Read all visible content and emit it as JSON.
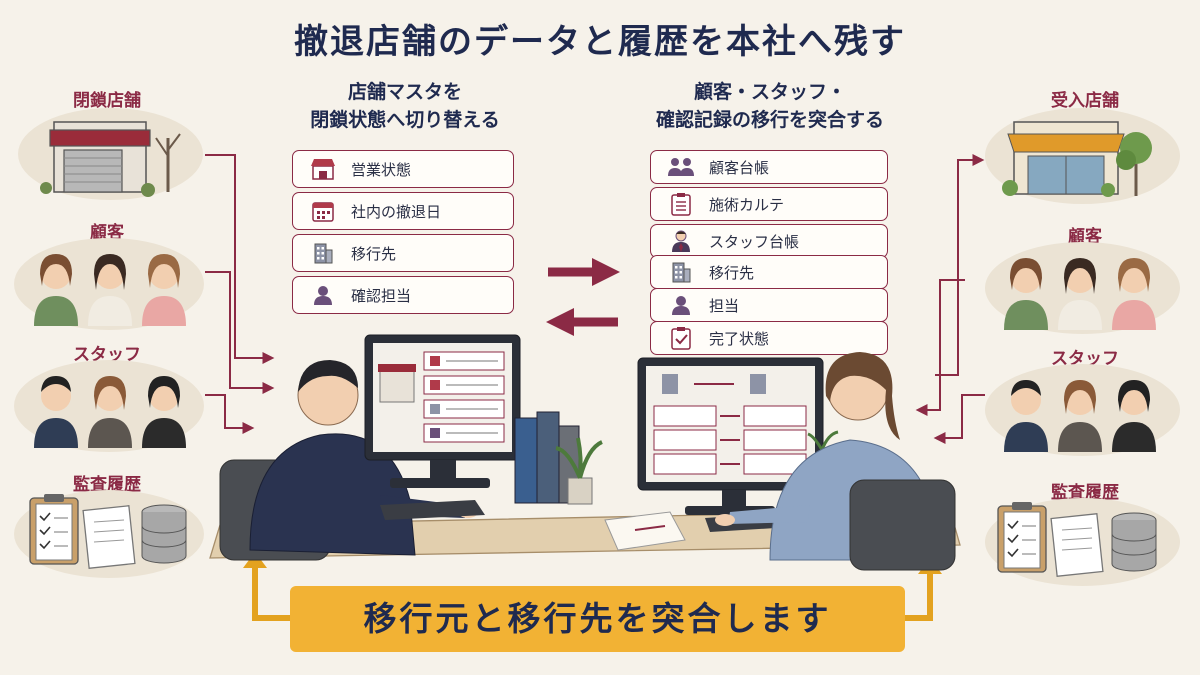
{
  "title": "撤退店舗のデータと履歴を本社へ残す",
  "left_side": {
    "closed_store": "閉鎖店舗",
    "customers": "顧客",
    "staff": "スタッフ",
    "audit": "監査履歴"
  },
  "right_side": {
    "receiving_store": "受入店舗",
    "customers": "顧客",
    "staff": "スタッフ",
    "audit": "監査履歴"
  },
  "left_panel": {
    "heading_line1": "店舗マスタを",
    "heading_line2": "閉鎖状態へ切り替える",
    "fields": [
      {
        "label": "営業状態",
        "icon": "storefront-icon"
      },
      {
        "label": "社内の撤退日",
        "icon": "calendar-icon"
      },
      {
        "label": "移行先",
        "icon": "building-icon"
      },
      {
        "label": "確認担当",
        "icon": "person-icon"
      }
    ]
  },
  "right_panel": {
    "heading_line1": "顧客・スタッフ・",
    "heading_line2": "確認記録の移行を突合する",
    "fields": [
      {
        "label": "顧客台帳",
        "icon": "people-icon"
      },
      {
        "label": "施術カルテ",
        "icon": "clipboard-icon"
      },
      {
        "label": "スタッフ台帳",
        "icon": "staff-icon"
      },
      {
        "label": "移行先",
        "icon": "building-icon"
      },
      {
        "label": "担当",
        "icon": "person-icon"
      },
      {
        "label": "完了状態",
        "icon": "check-clipboard-icon"
      }
    ]
  },
  "banner": "移行元と移行先を突合します",
  "colors": {
    "accent": "#8b2a45",
    "navy": "#1f2a4f",
    "banner": "#f2b234",
    "background": "#f6f2ea"
  }
}
